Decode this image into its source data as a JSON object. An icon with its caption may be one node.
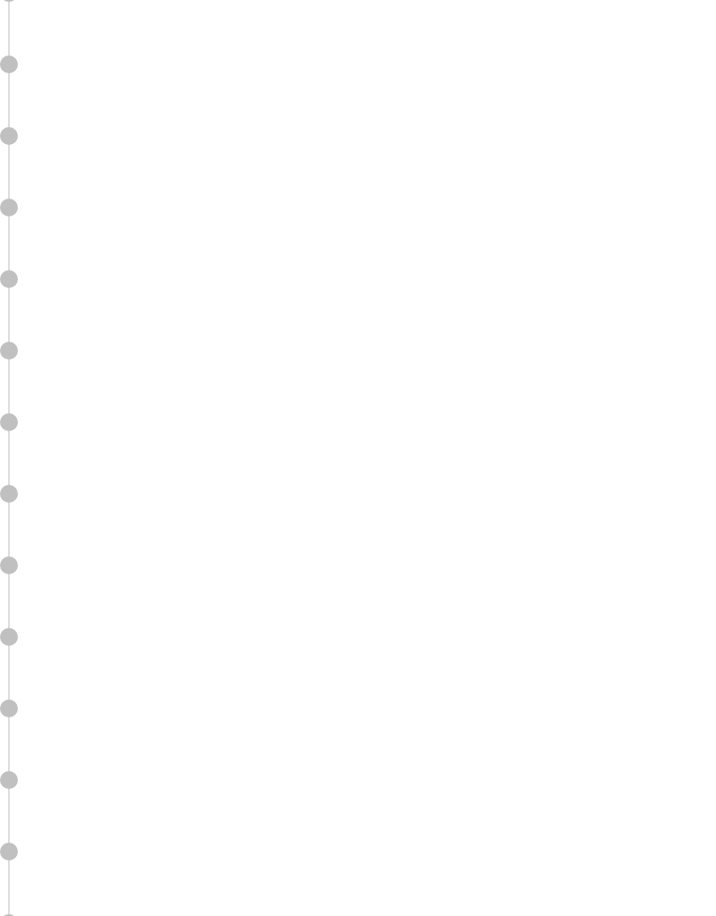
{
  "diagram": {
    "nodes": [
      {
        "text": [],
        "shape": "circle"
      },
      {
        "text": [],
        "shape": "circle"
      },
      {
        "text": [],
        "shape": "circle"
      },
      {
        "text": [],
        "shape": "circle"
      },
      {
        "text": [],
        "shape": "circle"
      },
      {
        "text": [],
        "shape": "circle"
      },
      {
        "text": [],
        "shape": "circle"
      },
      {
        "text": [],
        "shape": "circle"
      },
      {
        "text": [],
        "shape": "circle"
      },
      {
        "text": [],
        "shape": "circle"
      },
      {
        "text": [],
        "shape": "circle"
      },
      {
        "text": [],
        "shape": "circle"
      },
      {
        "text": [],
        "shape": "circle"
      },
      {
        "text": [],
        "shape": "circle"
      }
    ],
    "edges": [
      {
        "from": 0,
        "to": 1,
        "arrow": "none"
      },
      {
        "from": 1,
        "to": 2,
        "arrow": "none"
      },
      {
        "from": 2,
        "to": 3,
        "arrow": "none"
      },
      {
        "from": 3,
        "to": 4,
        "arrow": "none"
      },
      {
        "from": 4,
        "to": 5,
        "arrow": "none"
      },
      {
        "from": 5,
        "to": 6,
        "arrow": "none"
      },
      {
        "from": 6,
        "to": 7,
        "arrow": "none"
      },
      {
        "from": 7,
        "to": 8,
        "arrow": "none"
      },
      {
        "from": 8,
        "to": 9,
        "arrow": "none"
      },
      {
        "from": 9,
        "to": 10,
        "arrow": "none"
      },
      {
        "from": 10,
        "to": 11,
        "arrow": "none"
      },
      {
        "from": 11,
        "to": 12,
        "arrow": "none"
      },
      {
        "from": 12,
        "to": 13,
        "arrow": "none"
      }
    ]
  }
}
